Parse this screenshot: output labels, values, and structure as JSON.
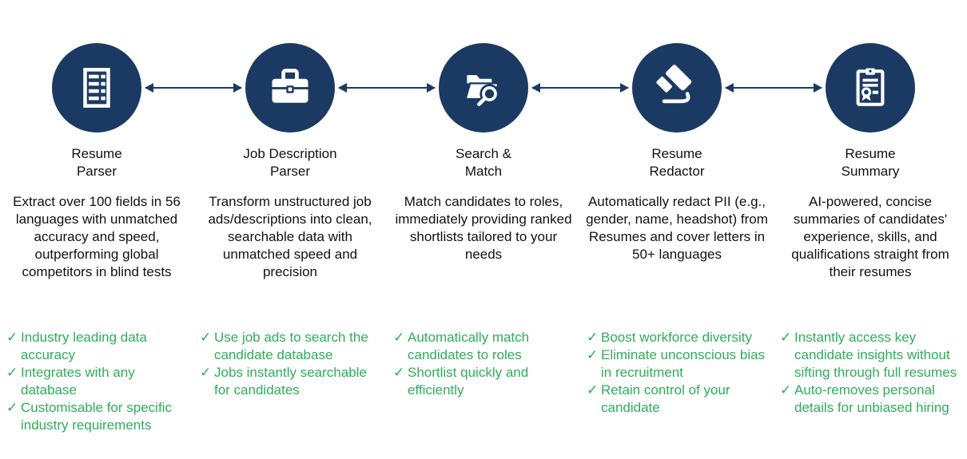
{
  "palette": {
    "navy": "#1b3a63",
    "green": "#2dae5a",
    "text": "#111111",
    "background": "#ffffff"
  },
  "glyphs": {
    "check": "✓"
  },
  "features": [
    {
      "icon": "resume-document-icon",
      "title": "Resume\nParser",
      "description": "Extract over 100 fields in 56 languages with unmatched accuracy and speed, outperforming global competitors in blind tests",
      "bullets": [
        "Industry leading data accuracy",
        "Integrates with any database",
        "Customisable for specific industry requirements"
      ]
    },
    {
      "icon": "briefcase-icon",
      "title": "Job Description\nParser",
      "description": "Transform unstructured job ads/descriptions into clean, searchable data with unmatched speed and precision",
      "bullets": [
        "Use job ads to search the candidate database",
        "Jobs instantly searchable for candidates"
      ]
    },
    {
      "icon": "folder-search-icon",
      "title": "Search &\nMatch",
      "description": "Match candidates to roles, immediately providing ranked shortlists tailored to your needs",
      "bullets": [
        "Automatically match candidates to roles",
        "Shortlist quickly and efficiently"
      ]
    },
    {
      "icon": "eraser-icon",
      "title": "Resume\nRedactor",
      "description": "Automatically redact PII (e.g., gender, name, headshot) from Resumes and cover letters in 50+ languages",
      "bullets": [
        "Boost workforce diversity",
        "Eliminate unconscious bias in recruitment",
        "Retain control of your candidate"
      ]
    },
    {
      "icon": "clipboard-certificate-icon",
      "title": "Resume\nSummary",
      "description": "AI-powered, concise summaries of candidates' experience, skills, and qualifications straight from their resumes",
      "bullets": [
        "Instantly access key candidate insights without sifting through full resumes",
        "Auto-removes personal details for unbiased hiring"
      ]
    }
  ]
}
